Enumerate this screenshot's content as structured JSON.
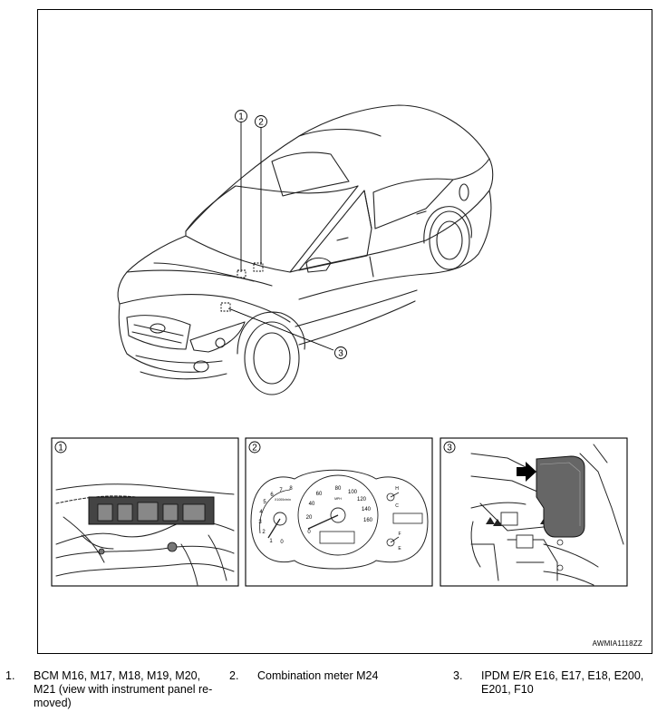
{
  "figure_id": "AWMIA1118ZZ",
  "callouts": [
    "1",
    "2",
    "3"
  ],
  "gauge": {
    "tach_ticks": [
      "0",
      "1",
      "2",
      "3",
      "4",
      "5",
      "6",
      "7",
      "8"
    ],
    "tach_unit": "X1000r/min",
    "speedo_ticks": [
      "0",
      "20",
      "40",
      "60",
      "80",
      "100",
      "120",
      "140",
      "160"
    ],
    "speedo_unit": "MPH",
    "temp_marks": [
      "H",
      "C"
    ],
    "fuel_marks": [
      "F",
      "E"
    ]
  },
  "legend": [
    {
      "num": "1.",
      "text": "BCM M16, M17, M18, M19, M20, M21 (view with instrument panel re-moved)"
    },
    {
      "num": "2.",
      "text": "Combination meter M24"
    },
    {
      "num": "3.",
      "text": "IPDM E/R E16, E17, E18, E200, E201, F10"
    }
  ]
}
